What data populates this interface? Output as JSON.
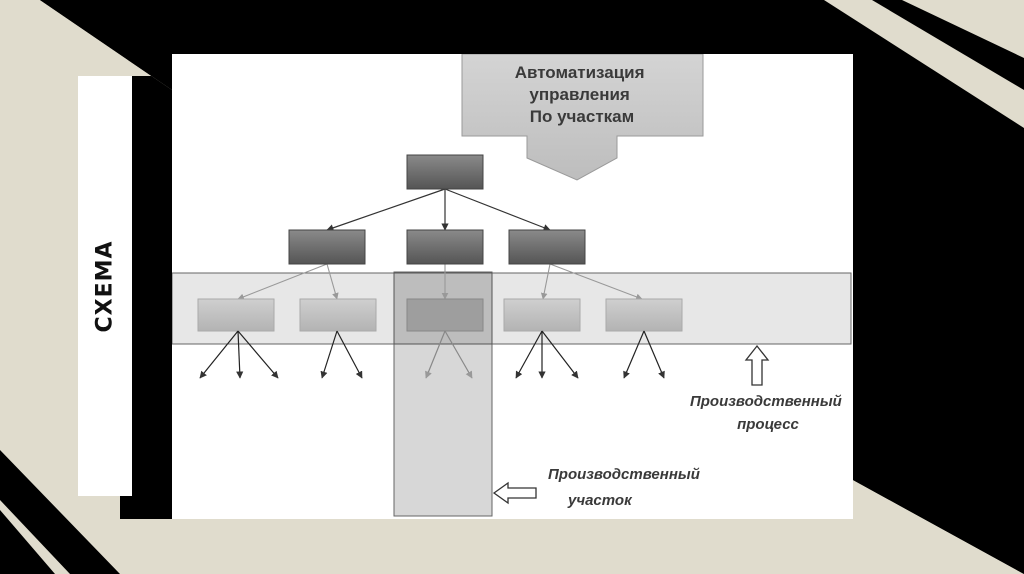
{
  "slide": {
    "side_label": "СХЕМА",
    "colors": {
      "background": "#000000",
      "accent": "#e0dccd",
      "panel": "#ffffff"
    }
  },
  "diagram": {
    "top_arrow_lines": [
      "Автоматизация",
      "управления",
      "По участкам"
    ],
    "process_label_lines": [
      "Производственный",
      "процесс"
    ],
    "section_label_lines": [
      "Производственный",
      "участок"
    ],
    "hierarchy": {
      "levels": 3,
      "root_boxes": 1,
      "middle_boxes": 3,
      "bottom_boxes": 5,
      "outputs_per_bottom_box": [
        3,
        2,
        2,
        3,
        2
      ]
    }
  }
}
